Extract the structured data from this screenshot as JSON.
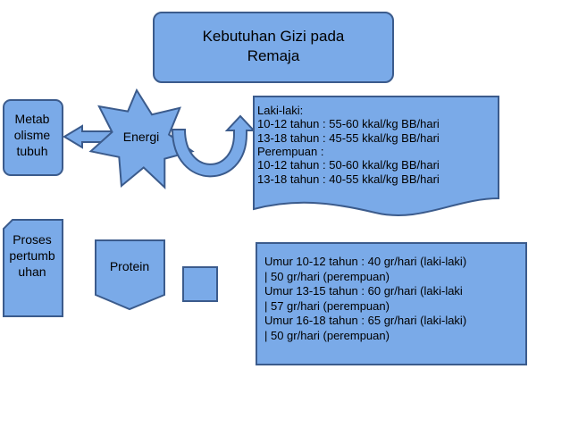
{
  "title": {
    "line1": "Kebutuhan Gizi pada",
    "line2": "Remaja"
  },
  "metabolisme": {
    "line1": "Metab",
    "line2": "olisme",
    "line3": "tubuh"
  },
  "energi": "Energi",
  "energi_needs": [
    "Laki-laki:",
    "10-12 tahun : 55-60 kkal/kg BB/hari",
    "13-18 tahun : 45-55 kkal/kg BB/hari",
    "Perempuan :",
    "10-12 tahun : 50-60 kkal/kg BB/hari",
    "13-18 tahun : 40-55 kkal/kg BB/hari"
  ],
  "pertumbuhan": {
    "line1": "Proses",
    "line2": "pertumb",
    "line3": "uhan"
  },
  "protein": "Protein",
  "protein_needs": [
    "Umur 10-12 tahun : 40 gr/hari (laki-laki)",
    "| 50 gr/hari (perempuan)",
    " Umur 13-15 tahun : 60 gr/hari (laki-laki",
    "| 57 gr/hari (perempuan)",
    "Umur 16-18 tahun : 65 gr/hari (laki-laki)",
    "| 50 gr/hari (perempuan)"
  ],
  "colors": {
    "fill": "#7aaae8",
    "stroke": "#3b5b8c"
  }
}
